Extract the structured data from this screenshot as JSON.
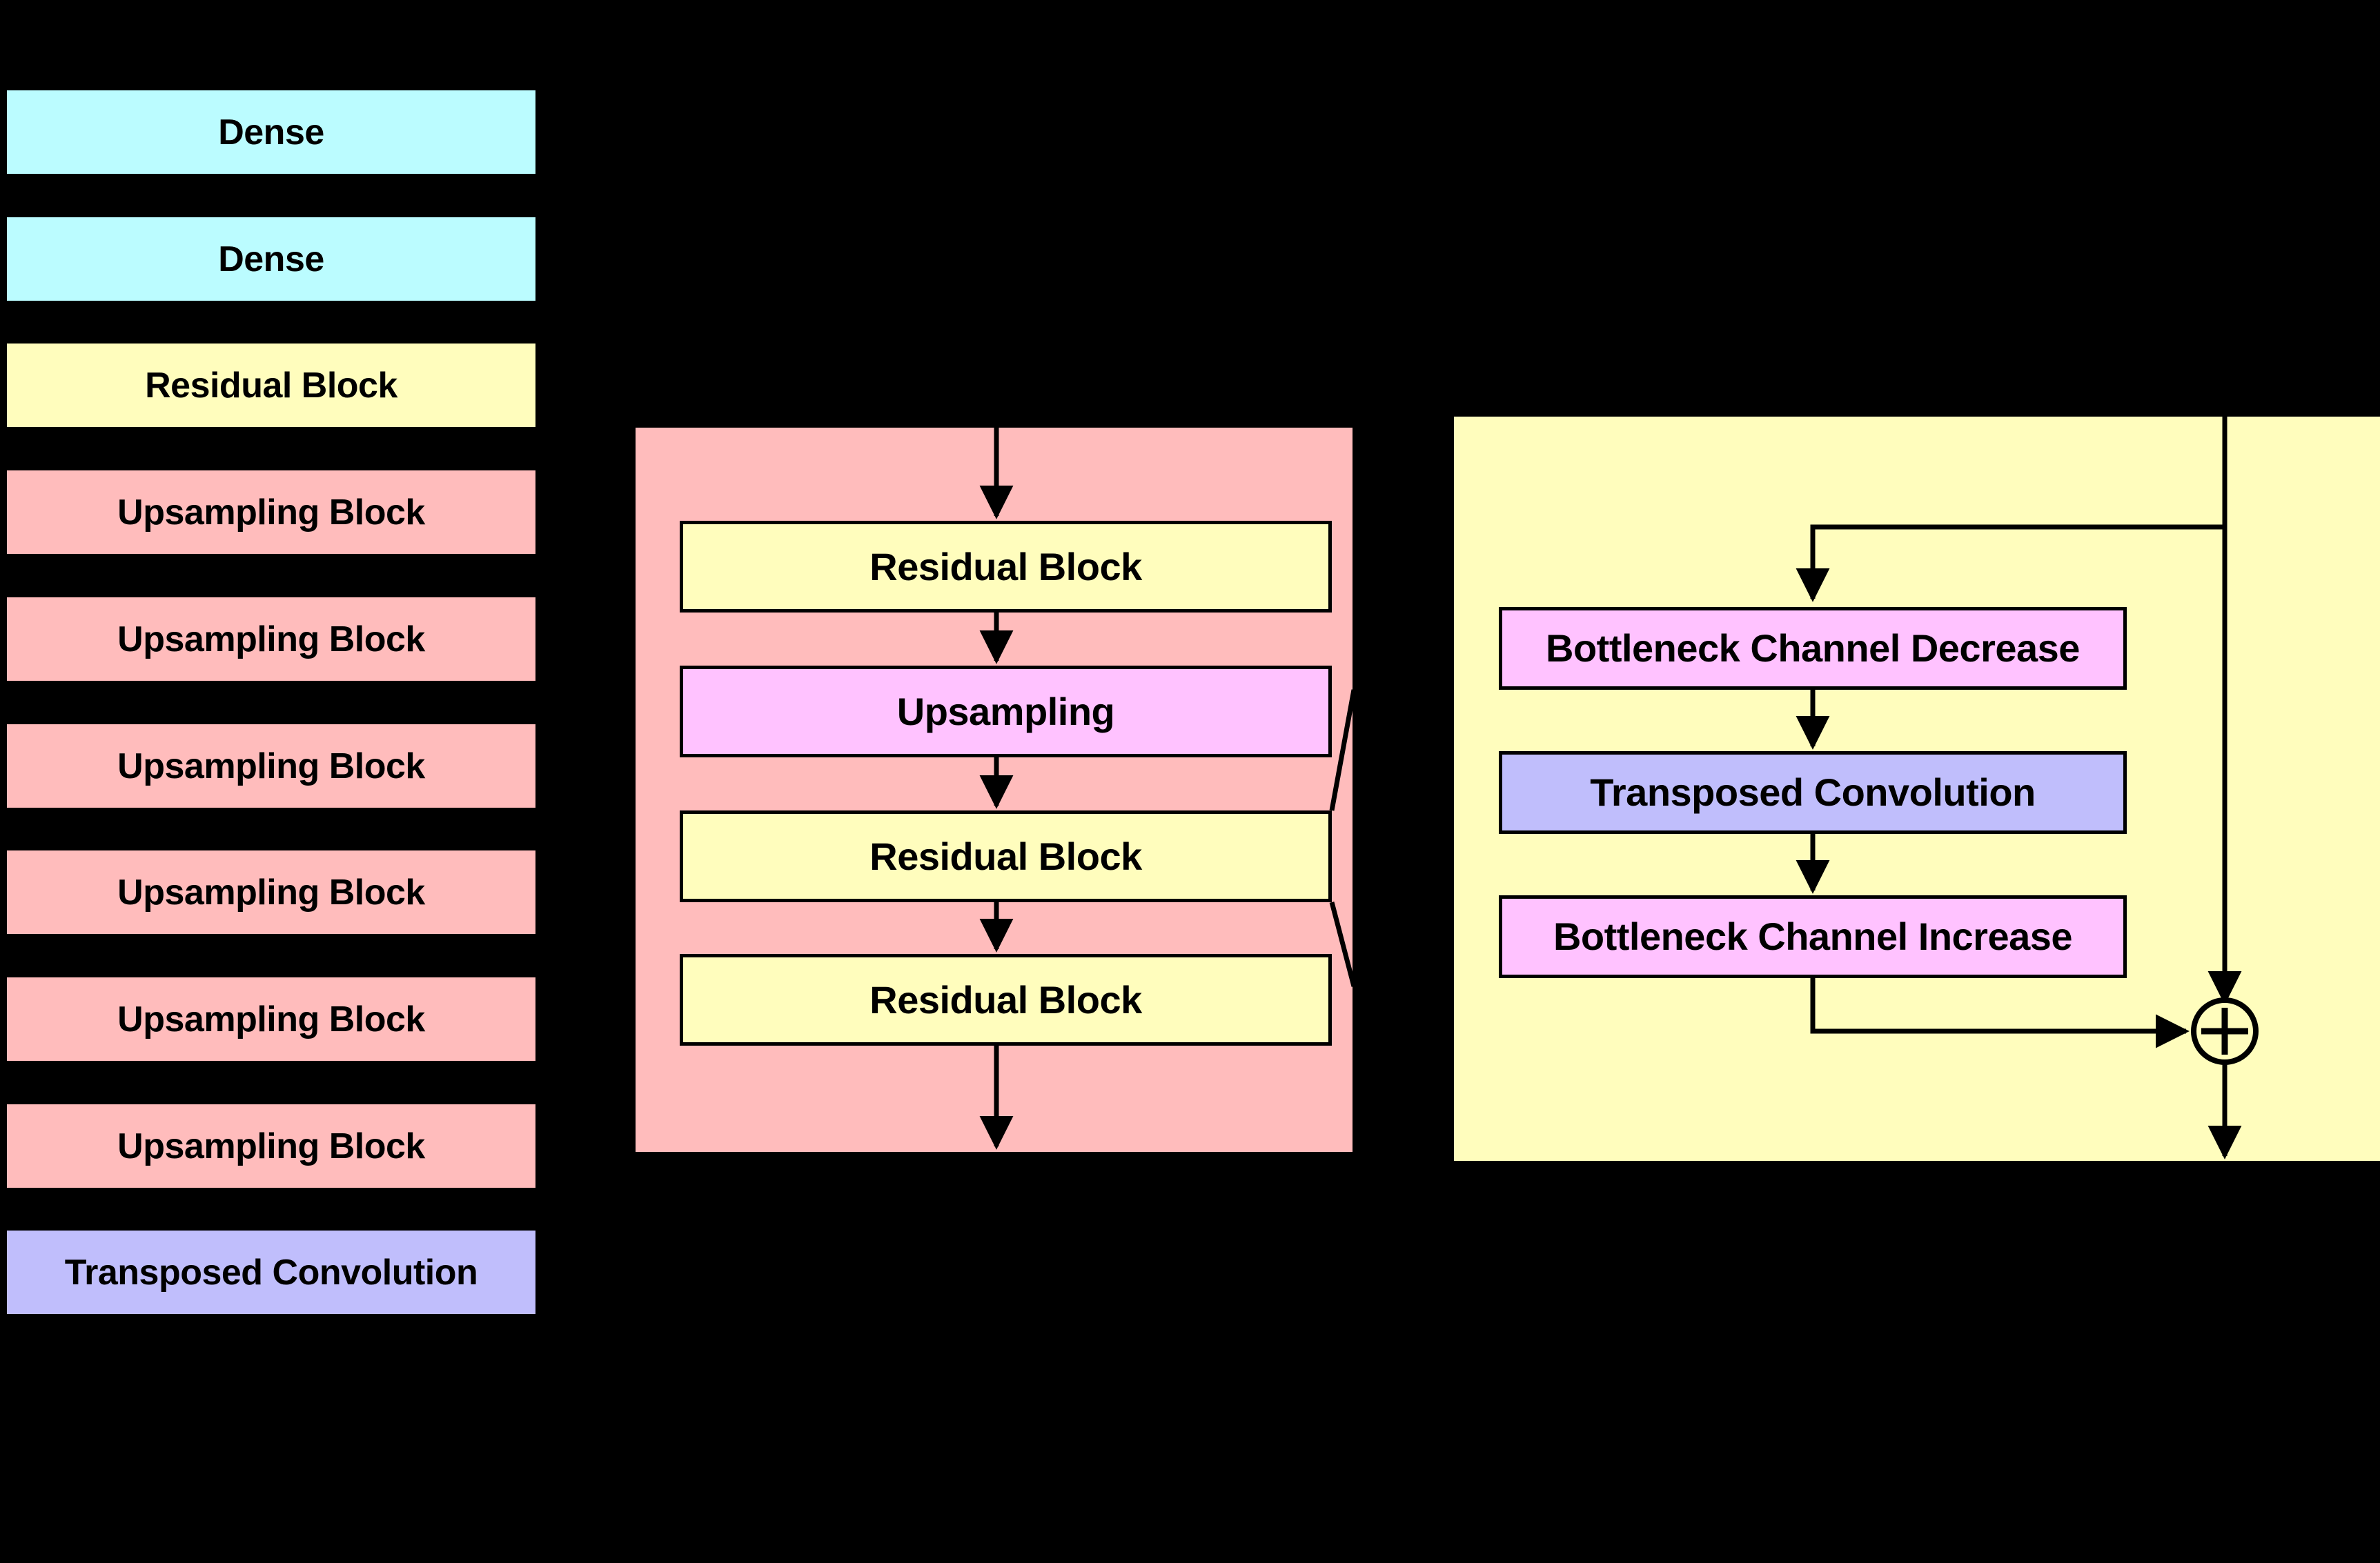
{
  "diagram": {
    "title": "Generator / Upsampling architecture diagram",
    "background_color": "#000000",
    "palette": {
      "dense": "#BBFCFF",
      "residual": "#FFFDBD",
      "upsampling_block": "#FFBCBC",
      "upsampling_op": "#FFC2FF",
      "bottleneck": "#FFC2FF",
      "transposed_convolution": "#C0BEFC",
      "stroke": "#000000",
      "text": "#000000"
    }
  },
  "legend_column": {
    "items": [
      {
        "label": "Dense",
        "color_key": "dense"
      },
      {
        "label": "Dense",
        "color_key": "dense"
      },
      {
        "label": "Residual Block",
        "color_key": "residual"
      },
      {
        "label": "Upsampling Block",
        "color_key": "upsampling_block"
      },
      {
        "label": "Upsampling Block",
        "color_key": "upsampling_block"
      },
      {
        "label": "Upsampling Block",
        "color_key": "upsampling_block"
      },
      {
        "label": "Upsampling Block",
        "color_key": "upsampling_block"
      },
      {
        "label": "Upsampling Block",
        "color_key": "upsampling_block"
      },
      {
        "label": "Upsampling Block",
        "color_key": "upsampling_block"
      },
      {
        "label": "Transposed Convolution",
        "color_key": "transposed_convolution"
      }
    ]
  },
  "upsampling_block_panel": {
    "panel_color": "#FFBCBC",
    "items": [
      {
        "label": "Residual Block",
        "color": "#FFFDBD"
      },
      {
        "label": "Upsampling",
        "color": "#FFC2FF"
      },
      {
        "label": "Residual Block",
        "color": "#FFFDBD"
      },
      {
        "label": "Residual Block",
        "color": "#FFFDBD"
      }
    ]
  },
  "residual_block_panel": {
    "panel_color": "#FFFDBD",
    "items": [
      {
        "label": "Bottleneck Channel Decrease",
        "color": "#FFC2FF"
      },
      {
        "label": "Transposed Convolution",
        "color": "#C0BEFC"
      },
      {
        "label": "Bottleneck Channel Increase",
        "color": "#FFC2FF"
      }
    ],
    "adder_symbol": "+"
  }
}
